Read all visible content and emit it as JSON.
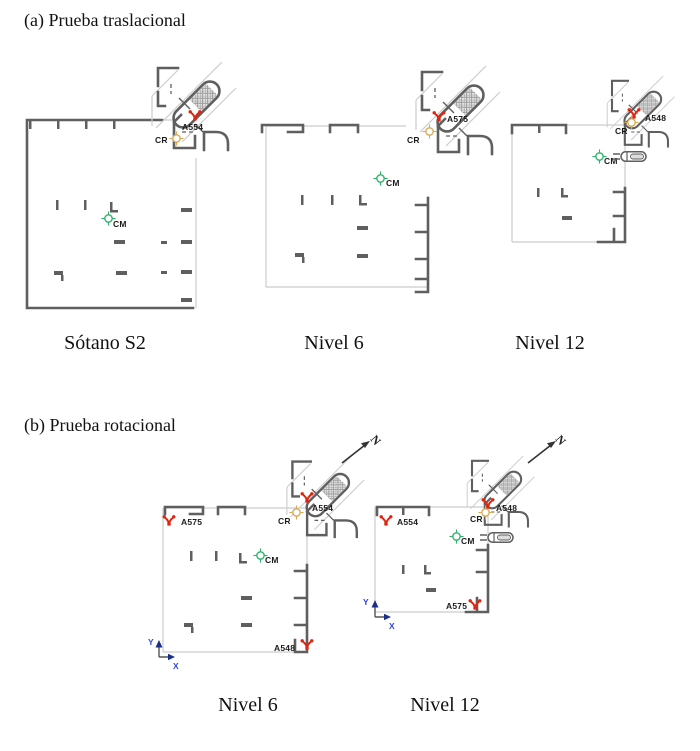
{
  "colors": {
    "red": "#e0250f",
    "orange": "#d9ab55",
    "green": "#2fb26b",
    "blue": "#2f45e0",
    "navy": "#1b2f8a",
    "wall": "#5f5f5f",
    "boundary": "#cccccc"
  },
  "section_a": {
    "heading": "(a) Prueba traslacional",
    "plans": [
      {
        "caption": "Sótano S2",
        "markers": {
          "sensor": "A554",
          "cr": "CR",
          "cm": "CM"
        }
      },
      {
        "caption": "Nivel 6",
        "markers": {
          "sensor": "A575",
          "cr": "CR",
          "cm": "CM"
        }
      },
      {
        "caption": "Nivel 12",
        "markers": {
          "sensor": "A548",
          "cr": "CR",
          "cm": "CM"
        }
      }
    ]
  },
  "section_b": {
    "heading": "(b) Prueba rotacional",
    "north": "N",
    "axis_x": "X",
    "axis_y": "Y",
    "plans": [
      {
        "caption": "Nivel 6",
        "markers": {
          "sensor_tl": "A575",
          "sensor_tr": "A554",
          "sensor_br": "A548",
          "cr": "CR",
          "cm": "CM"
        }
      },
      {
        "caption": "Nivel 12",
        "markers": {
          "sensor_tl": "A554",
          "sensor_tr": "A548",
          "sensor_br": "A575",
          "cr": "CR",
          "cm": "CM"
        }
      }
    ]
  }
}
